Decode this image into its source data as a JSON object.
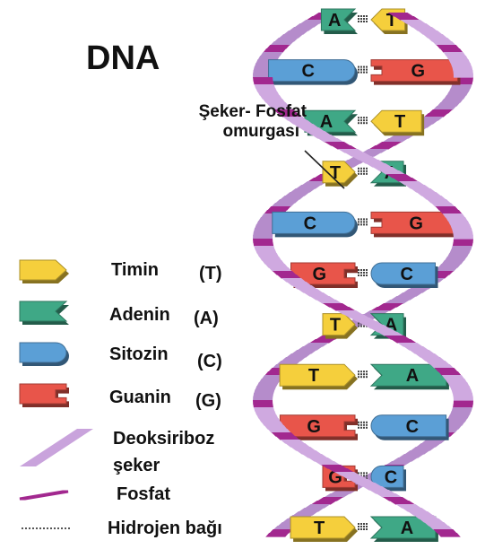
{
  "title": "DNA",
  "callout": {
    "line1": "Şeker- Fosfat",
    "line2": "omurgası"
  },
  "legend": [
    {
      "key": "timin",
      "label": "Timin",
      "abbr": "(T)",
      "shape": "thymine",
      "color": "#f5cf3c"
    },
    {
      "key": "adenin",
      "label": "Adenin",
      "abbr": "(A)",
      "shape": "adenine",
      "color": "#3fa886"
    },
    {
      "key": "sitozin",
      "label": "Sitozin",
      "abbr": "(C)",
      "shape": "cytosine",
      "color": "#5b9fd6"
    },
    {
      "key": "guanin",
      "label": "Guanin",
      "abbr": "(G)",
      "shape": "guanine",
      "color": "#e8554a"
    },
    {
      "key": "deoksiriboz",
      "label": "Deoksiriboz",
      "label2": "şeker",
      "shape": "sugar",
      "color": "#c9a3dc"
    },
    {
      "key": "fosfat",
      "label": "Fosfat",
      "shape": "phosphate",
      "color": "#a2288f"
    },
    {
      "key": "hidrojen",
      "label": "Hidrojen bağı",
      "shape": "hbond",
      "color": "#555555"
    }
  ],
  "base_pairs": [
    {
      "left": "A",
      "right": "T"
    },
    {
      "left": "C",
      "right": "G"
    },
    {
      "left": "A",
      "right": "T"
    },
    {
      "left": "T",
      "right": "A"
    },
    {
      "left": "C",
      "right": "G"
    },
    {
      "left": "G",
      "right": "C"
    },
    {
      "left": "T",
      "right": "A"
    },
    {
      "left": "T",
      "right": "A"
    },
    {
      "left": "G",
      "right": "C"
    },
    {
      "left": "G",
      "right": "C"
    },
    {
      "left": "T",
      "right": "A"
    }
  ]
}
